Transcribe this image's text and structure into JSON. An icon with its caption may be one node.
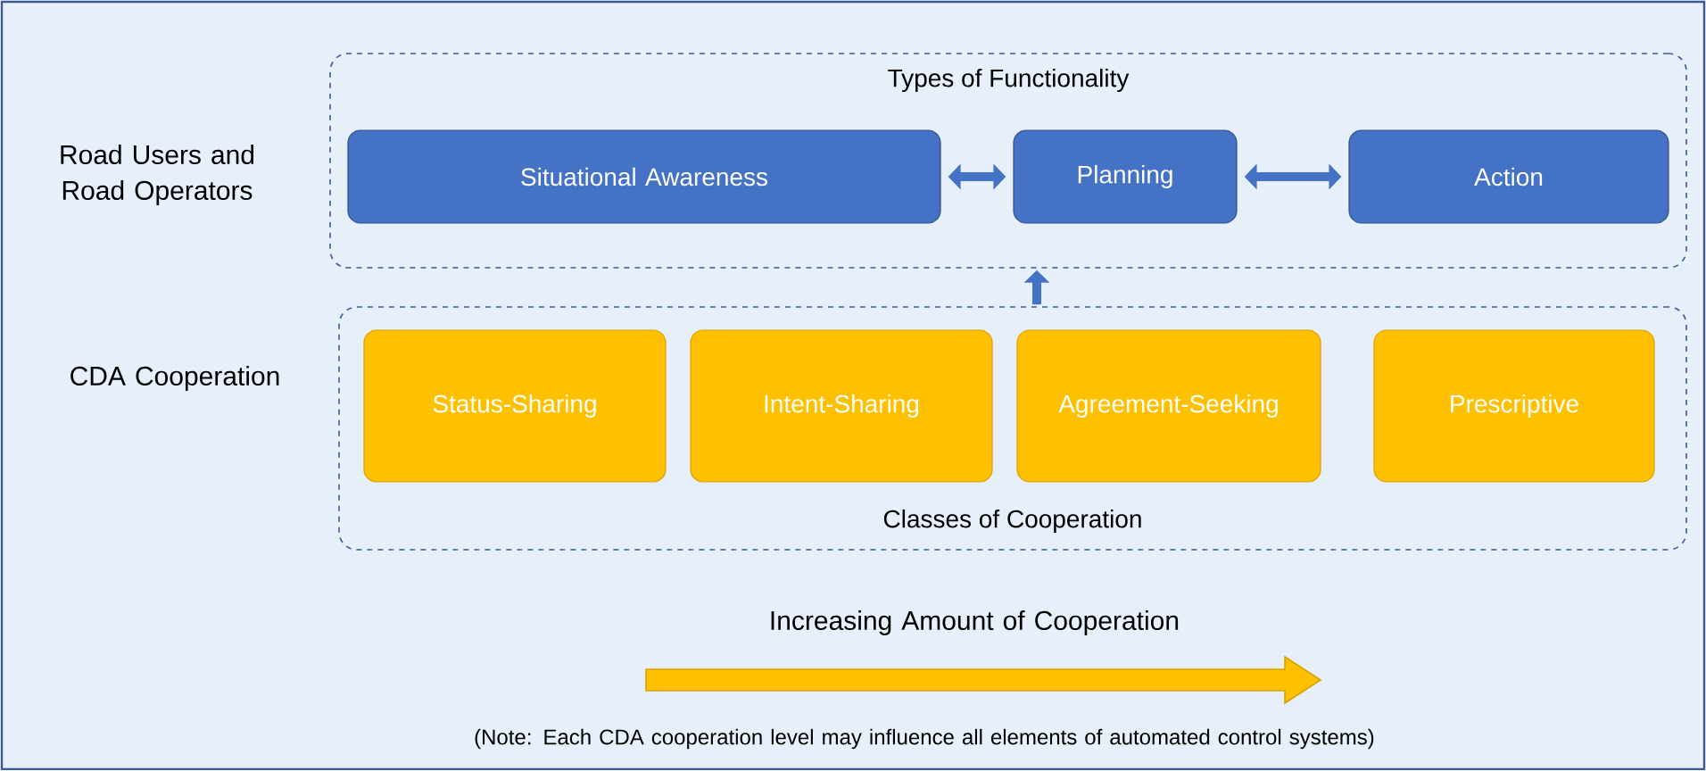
{
  "diagram": {
    "nodes": [
      {
        "text": [
          "Types of Functionality"
        ]
      },
      {
        "text": [
          "Situational Awareness"
        ],
        "in": 0
      },
      {
        "text": [
          "Planning"
        ],
        "in": 0
      },
      {
        "text": [
          "Action"
        ],
        "in": 0
      },
      {
        "text": [
          "Classes of Cooperation"
        ]
      },
      {
        "text": [
          "Status-Sharing"
        ],
        "in": 4
      },
      {
        "text": [
          "Intent-Sharing"
        ],
        "in": 4
      },
      {
        "text": [
          "Agreement-Seeking"
        ],
        "in": 4
      },
      {
        "text": [
          "Prescriptive"
        ],
        "in": 4
      }
    ],
    "edges": [
      {
        "from": 1,
        "to": 2,
        "arrow": "both"
      },
      {
        "from": 2,
        "to": 3,
        "arrow": "both"
      },
      {
        "from": 4,
        "to": 0,
        "arrow": "to"
      }
    ],
    "labels": [
      "Road Users and Road Operators",
      "CDA Cooperation",
      "Increasing Amount of Cooperation",
      "(Note: Each CDA cooperation level may influence all elements of automated control systems)"
    ]
  }
}
